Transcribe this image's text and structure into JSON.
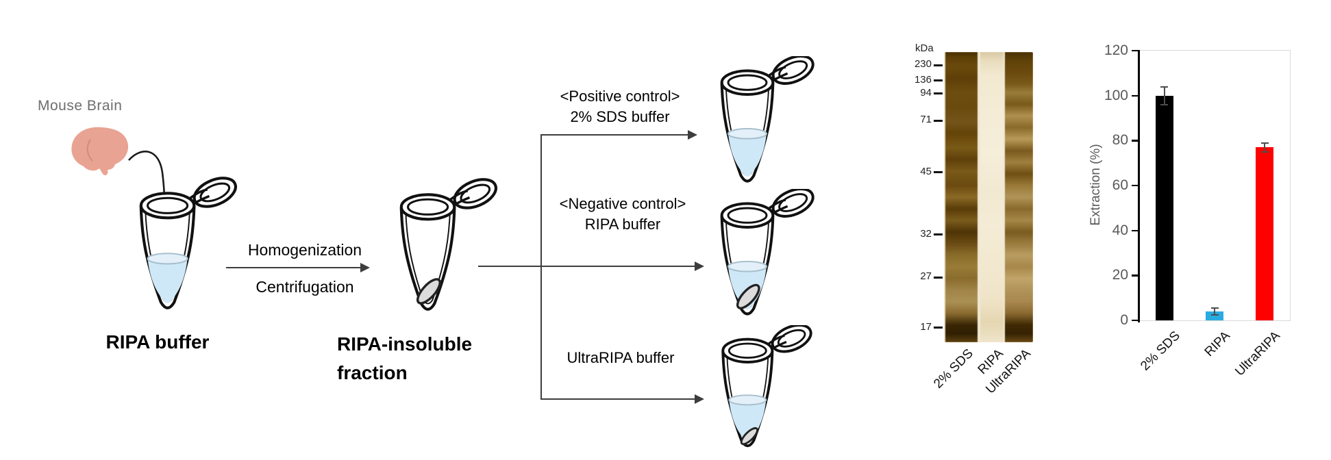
{
  "workflow": {
    "source_label": "Mouse Brain",
    "tube1_label": "RIPA buffer",
    "process_top": "Homogenization",
    "process_bottom": "Centrifugation",
    "tube2_label_line1": "RIPA-insoluble",
    "tube2_label_line2": "fraction",
    "branch_positive_header": "<Positive control>",
    "branch_positive_buffer": "2% SDS buffer",
    "branch_negative_header": "<Negative control>",
    "branch_negative_buffer": "RIPA buffer",
    "branch_ultra_buffer": "UltraRIPA buffer",
    "tubes": {
      "ripa_start": {
        "liquid": true,
        "pellet": "none"
      },
      "insoluble": {
        "liquid": false,
        "pellet": "large"
      },
      "sds_result": {
        "liquid": true,
        "pellet": "none"
      },
      "ripa_result": {
        "liquid": true,
        "pellet": "large"
      },
      "ultra_result": {
        "liquid": true,
        "pellet": "small"
      }
    },
    "colors": {
      "brain": "#e9a392",
      "brain_fold": "#cf8d7c",
      "liquid": "#cfe8f8",
      "liquid_surface": "#e3f0fa",
      "pellet": "#dcdcdc",
      "flow_line": "#3d3d3d"
    }
  },
  "gel": {
    "unit_label": "kDa",
    "markers": [
      {
        "label": "230",
        "pos": 0.045
      },
      {
        "label": "136",
        "pos": 0.098
      },
      {
        "label": "94",
        "pos": 0.143
      },
      {
        "label": "71",
        "pos": 0.236
      },
      {
        "label": "45",
        "pos": 0.414
      },
      {
        "label": "32",
        "pos": 0.629
      },
      {
        "label": "27",
        "pos": 0.776
      },
      {
        "label": "17",
        "pos": 0.95
      }
    ],
    "lane_labels": [
      "2% SDS",
      "RIPA",
      "UltraRIPA"
    ]
  },
  "chart_data": {
    "type": "bar",
    "categories": [
      "2% SDS",
      "RIPA",
      "UltraRIPA"
    ],
    "values": [
      100,
      4,
      77
    ],
    "error_bars": [
      4,
      1.5,
      2
    ],
    "bar_colors": [
      "#000000",
      "#29abe2",
      "#ff0000"
    ],
    "title": "",
    "xlabel": "",
    "ylabel": "Extraction (%)",
    "ylim": [
      0,
      120
    ],
    "yticks": [
      0,
      20,
      40,
      60,
      80,
      100,
      120
    ],
    "grid": false,
    "legend": false
  }
}
